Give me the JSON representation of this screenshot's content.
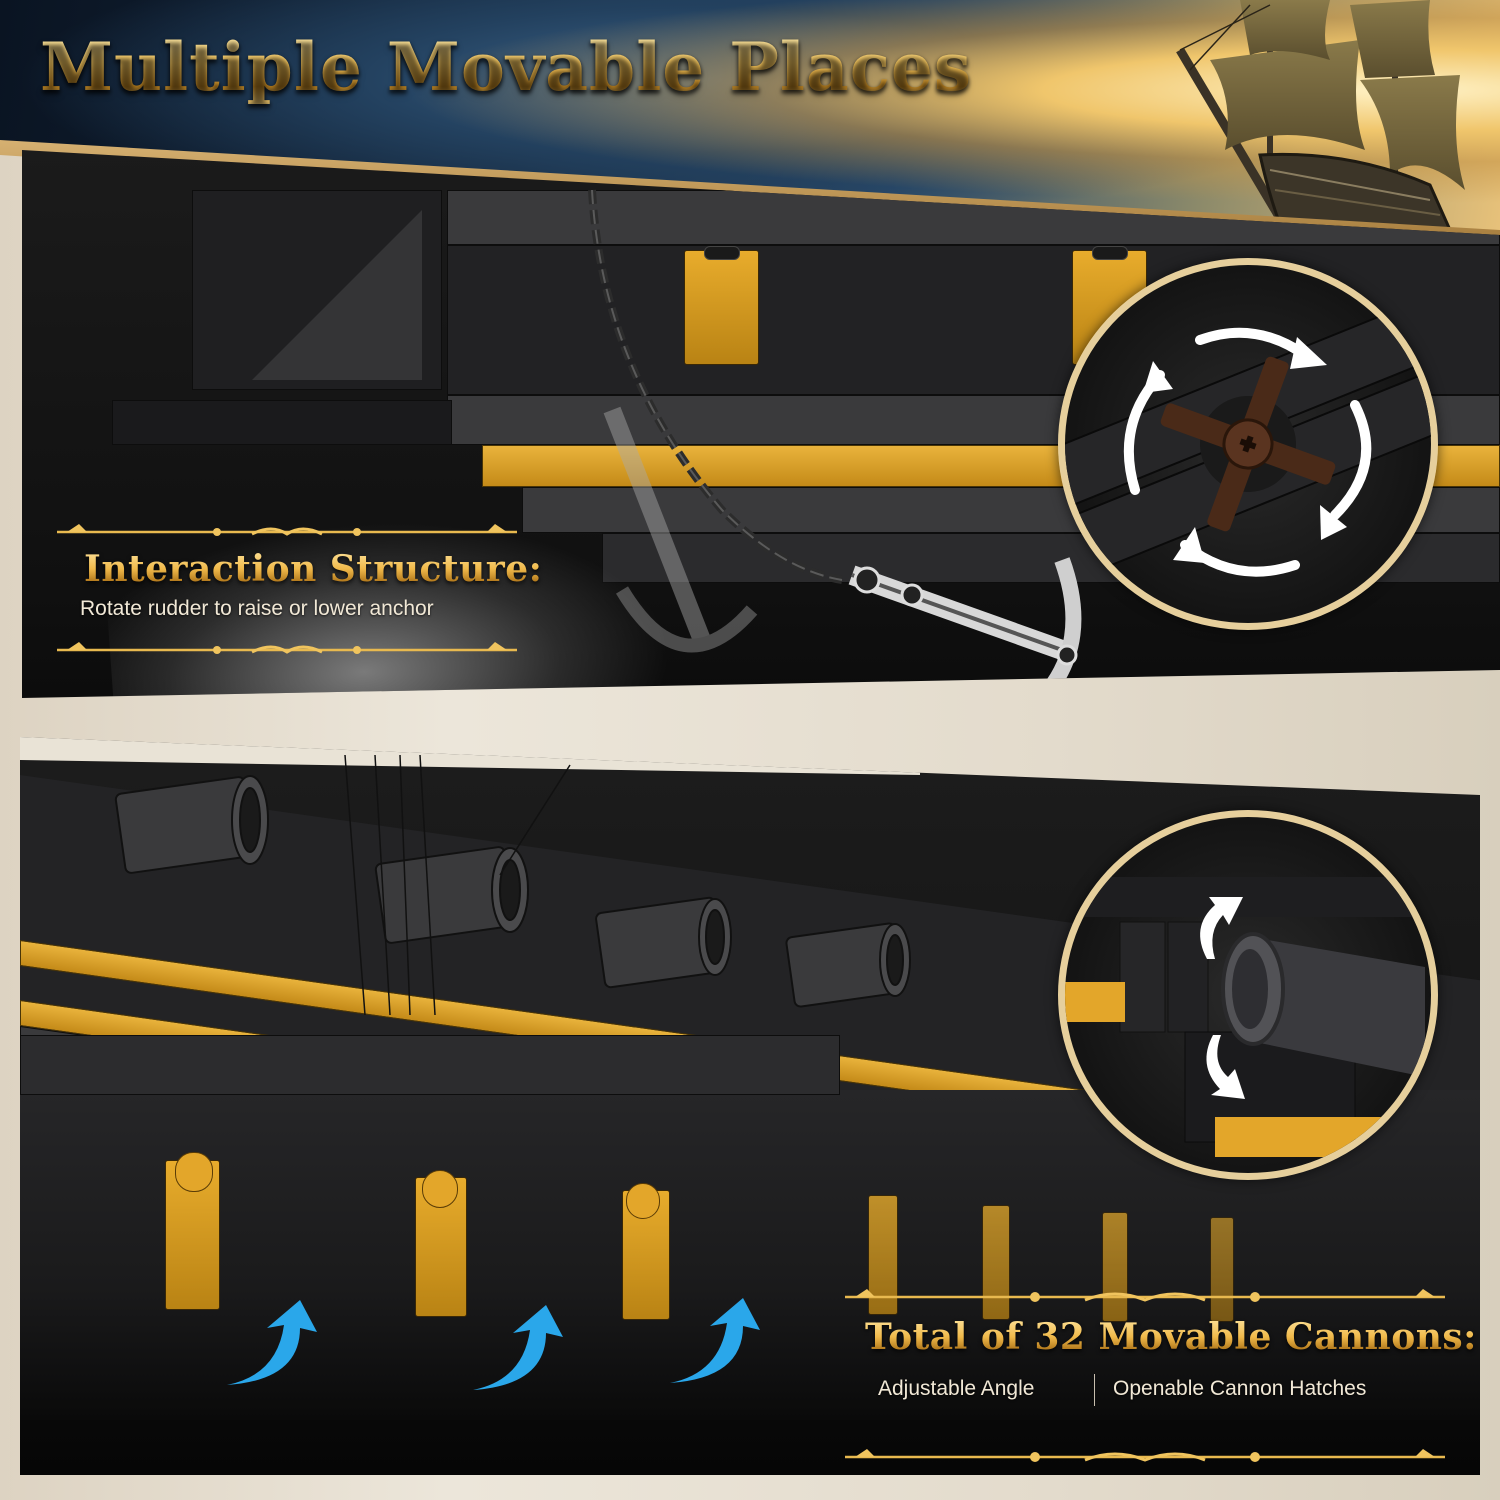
{
  "header": {
    "title": "Multiple Movable Places",
    "illustration": "pirate-ship-illustration"
  },
  "anchor_feature": {
    "heading": "Interaction Structure:",
    "description": "Rotate rudder to raise or lower anchor",
    "zoom_callout": {
      "subject": "rudder-wheel",
      "arrows": "rotate-clockwise-icon"
    },
    "arrow_color": "#ffffff"
  },
  "cannon_feature": {
    "heading": "Total of 32 Movable Cannons:",
    "cannon_count": 32,
    "features": [
      {
        "label": "Adjustable Angle"
      },
      {
        "label": "Openable Cannon Hatches"
      }
    ],
    "zoom_callout": {
      "subject": "cannon-barrel",
      "arrows": "tilt-up-down-icon"
    },
    "hatch_arrow_color": "#2aa7ea"
  },
  "colors": {
    "gold_accent": "#f0b94a",
    "hull_black": "#141414",
    "hatch_gold": "#e3a62a",
    "callout_ring": "#e6cf9c",
    "parchment": "#e6dfd1"
  }
}
